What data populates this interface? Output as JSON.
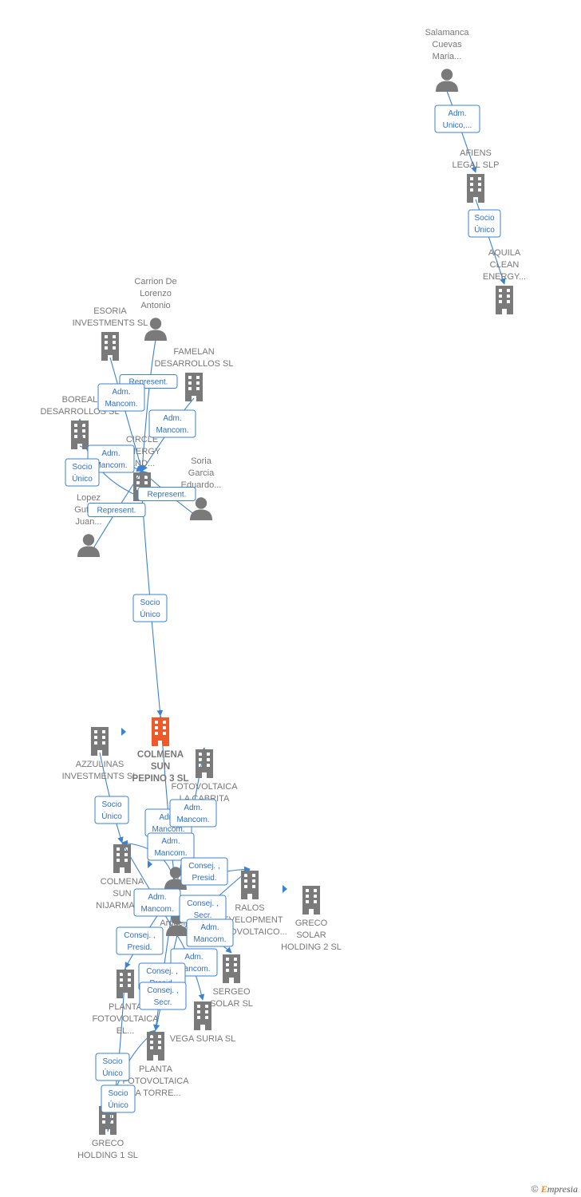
{
  "colors": {
    "edge": "#3b82d0",
    "edge_text": "#2f6fbf",
    "node_grey": "#7a7a7a",
    "node_focus": "#f05a28",
    "label": "#777777"
  },
  "nodes": [
    {
      "id": "salamanca",
      "type": "person",
      "label": [
        "Salamanca",
        "Cuevas",
        "Maria..."
      ]
    },
    {
      "id": "afiens",
      "type": "company",
      "label": [
        "AFIENS",
        "LEGAL  SLP"
      ]
    },
    {
      "id": "aquila",
      "type": "company",
      "label": [
        "AQUILA",
        "CLEAN",
        "ENERGY..."
      ]
    },
    {
      "id": "carrion",
      "type": "person",
      "label": [
        "Carrion De",
        "Lorenzo",
        "Antonio"
      ]
    },
    {
      "id": "esoria",
      "type": "company",
      "label": [
        "ESORIA",
        "INVESTMENTS SL"
      ]
    },
    {
      "id": "famelan",
      "type": "company",
      "label": [
        "FAMELAN",
        "DESARROLLOS SL"
      ]
    },
    {
      "id": "boreal",
      "type": "company",
      "label": [
        "BOREAL",
        "DESARROLLOS SL"
      ]
    },
    {
      "id": "circle",
      "type": "company",
      "label": [
        "CIRCLE",
        "ENERGY",
        "AND..."
      ]
    },
    {
      "id": "soria",
      "type": "person",
      "label": [
        "Soria",
        "Garcia",
        "Eduardo..."
      ]
    },
    {
      "id": "lopez",
      "type": "person",
      "label": [
        "Lopez",
        "Gutie...",
        "Juan..."
      ]
    },
    {
      "id": "colmena3",
      "type": "company",
      "focus": true,
      "label": [
        "COLMENA",
        "SUN",
        "PEPINO 3  SL"
      ]
    },
    {
      "id": "azzulinas",
      "type": "company",
      "label": [
        "AZZULINAS",
        "INVESTMENTS SL"
      ]
    },
    {
      "id": "cabrita",
      "type": "company",
      "label": [
        "FOTOVOLTAICA",
        "LA CABRITA"
      ]
    },
    {
      "id": "colmenanij",
      "type": "company",
      "label": [
        "COLMENA",
        "SUN",
        "NIJARMAR..."
      ]
    },
    {
      "id": "andrew",
      "type": "person",
      "label": [
        "Andrew"
      ]
    },
    {
      "id": "arguello",
      "type": "person",
      "label": [
        "Arguell..."
      ]
    },
    {
      "id": "ralos",
      "type": "company",
      "label": [
        "RALOS",
        "DEVELOPMENT",
        "FOTOVOLTAICO..."
      ]
    },
    {
      "id": "greco2",
      "type": "company",
      "label": [
        "GRECO",
        "SOLAR",
        "HOLDING 2  SL"
      ]
    },
    {
      "id": "sergeo",
      "type": "company",
      "label": [
        "SERGEO",
        "SOLAR  SL"
      ]
    },
    {
      "id": "plantael",
      "type": "company",
      "label": [
        "PLANTA",
        "FOTOVOLTAICA",
        "EL..."
      ]
    },
    {
      "id": "vega",
      "type": "company",
      "label": [
        "VEGA SURIA  SL"
      ]
    },
    {
      "id": "plantatorre",
      "type": "company",
      "label": [
        "PLANTA",
        "FOTOVOLTAICA",
        "LA TORRE..."
      ]
    },
    {
      "id": "greco1",
      "type": "company",
      "label": [
        "GRECO",
        "HOLDING 1  SL"
      ]
    }
  ],
  "edges": [
    {
      "id": "e1",
      "from": "salamanca",
      "to": "afiens",
      "label": [
        "Adm.",
        "Unico,..."
      ]
    },
    {
      "id": "e2",
      "from": "afiens",
      "to": "aquila",
      "label": [
        "Socio",
        "Único"
      ]
    },
    {
      "id": "e3",
      "from": "carrion",
      "to": "circle",
      "label": [
        "Represent."
      ]
    },
    {
      "id": "e4",
      "from": "esoria",
      "to": "circle",
      "label": [
        "Adm.",
        "Mancom."
      ]
    },
    {
      "id": "e5",
      "from": "famelan",
      "to": "circle",
      "label": [
        "Adm.",
        "Mancom."
      ]
    },
    {
      "id": "e6",
      "from": "boreal",
      "to": "circle",
      "label": [
        "Adm.",
        "Mancom."
      ]
    },
    {
      "id": "e7",
      "from": "circle",
      "to": "boreal",
      "label": [
        "Socio",
        "Único"
      ]
    },
    {
      "id": "e8",
      "from": "soria",
      "to": "circle",
      "label": [
        "Represent."
      ]
    },
    {
      "id": "e9",
      "from": "lopez",
      "to": "circle",
      "label": [
        "Represent."
      ]
    },
    {
      "id": "e10",
      "from": "circle",
      "to": "colmena3",
      "label": [
        "Socio",
        "Único"
      ]
    },
    {
      "id": "e11",
      "from": "azzulinas",
      "to": "colmenanij",
      "label": [
        "Socio",
        "Único"
      ]
    },
    {
      "id": "e12",
      "from": "andrew",
      "to": "colmena3",
      "label": [
        "Adm.",
        "Mancom."
      ]
    },
    {
      "id": "e13",
      "from": "andrew",
      "to": "cabrita",
      "label": [
        "Adm.",
        "Mancom."
      ]
    },
    {
      "id": "e14",
      "from": "andrew",
      "to": "colmenanij",
      "label": [
        "Adm.",
        "Mancom."
      ]
    },
    {
      "id": "e15",
      "from": "andrew",
      "to": "ralos",
      "label": [
        "Consej. ,",
        "Presid."
      ]
    },
    {
      "id": "e16",
      "from": "arguello",
      "to": "colmenanij",
      "label": [
        "Adm.",
        "Mancom."
      ]
    },
    {
      "id": "e17",
      "from": "arguello",
      "to": "ralos",
      "label": [
        "Consej. ,",
        "Secr."
      ]
    },
    {
      "id": "e18",
      "from": "arguello",
      "to": "sergeo",
      "label": [
        "Adm.",
        "Mancom."
      ]
    },
    {
      "id": "e19",
      "from": "andrew",
      "to": "plantael",
      "label": [
        "Consej. ,",
        "Presid."
      ]
    },
    {
      "id": "e20",
      "from": "arguello",
      "to": "vega",
      "label": [
        "Adm.",
        "Mancom."
      ]
    },
    {
      "id": "e21",
      "from": "andrew",
      "to": "plantatorre",
      "label": [
        "Consej. ,",
        "Presid."
      ]
    },
    {
      "id": "e22",
      "from": "arguello",
      "to": "plantatorre",
      "label": [
        "Consej. ,",
        "Secr."
      ]
    },
    {
      "id": "e23",
      "from": "greco1",
      "to": "plantatorre",
      "label": [
        "Socio",
        "Único"
      ]
    },
    {
      "id": "e24",
      "from": "greco1",
      "to": "plantael",
      "label": [
        "Socio",
        "Único"
      ]
    }
  ],
  "footer": {
    "copyright": "©",
    "brand_initial": "E",
    "brand_rest": "mpresia"
  }
}
